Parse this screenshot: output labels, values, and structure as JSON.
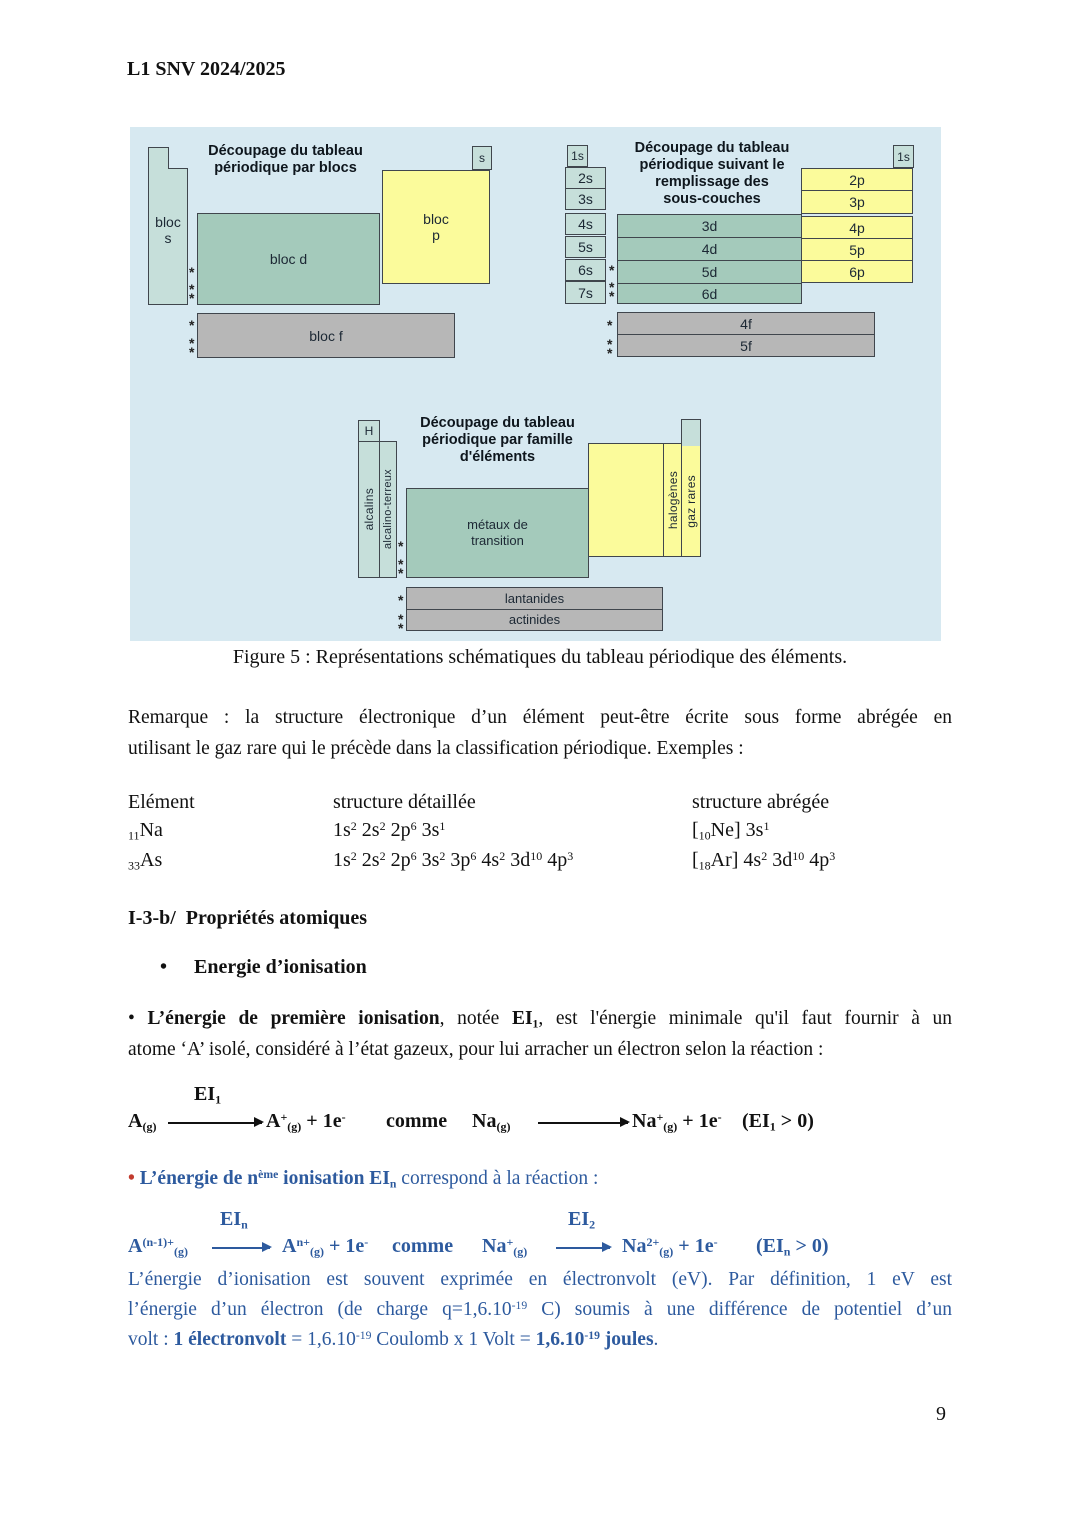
{
  "colors": {
    "panel": "#d7e9f1",
    "bloc_s": "#c6dfda",
    "bloc_d": "#a4cabb",
    "bloc_p": "#fbfb9b",
    "bloc_f": "#b7b7b7",
    "border": "#40464d",
    "blue_text": "#2d5a9e",
    "red_bullet": "#c23b2e"
  },
  "page": {
    "header": "L1 SNV 2024/2025",
    "number": "9"
  },
  "figure": {
    "caption": "Figure 5 : Représentations schématiques du tableau périodique des éléments.",
    "asterisk": "*",
    "blocs": {
      "title_l1": "Découpage du tableau",
      "title_l2": "périodique par blocs",
      "bloc_s_l1": "bloc",
      "bloc_s_l2": "s",
      "bloc_d": "bloc d",
      "bloc_p_l1": "bloc",
      "bloc_p_l2": "p",
      "s_corner": "s",
      "bloc_f": "bloc f"
    },
    "souscouches": {
      "title_l1": "Découpage du tableau",
      "title_l2": "périodique suivant le",
      "title_l3": "remplissage des",
      "title_l4": "sous-couches",
      "left_1s": "1s",
      "right_1s": "1s",
      "s_rows": [
        "2s",
        "3s",
        "4s",
        "5s",
        "6s",
        "7s"
      ],
      "d_rows": [
        "3d",
        "4d",
        "5d",
        "6d"
      ],
      "p_rows": [
        "2p",
        "3p",
        "4p",
        "5p",
        "6p"
      ],
      "f_rows": [
        "4f",
        "5f"
      ]
    },
    "familles": {
      "title_l1": "Découpage du tableau",
      "title_l2": "périodique par famille",
      "title_l3": "d'éléments",
      "hydrogen": "H",
      "alcalins": "alcalins",
      "alcalino_terreux": "alcalino-terreux",
      "metaux_l1": "métaux de",
      "metaux_l2": "transition",
      "halogenes": "halogènes",
      "gaz_rares": "gaz rares",
      "lantanides": "lantanides",
      "actinides": "actinides"
    }
  },
  "remarque": {
    "line1": "Remarque : la structure électronique d’un élément peut-être écrite sous forme abrégée en",
    "line2": "utilisant le gaz rare qui le précède dans la classification périodique. Exemples :"
  },
  "config_table": {
    "headers": [
      "Elément",
      "structure détaillée",
      "structure abrégée"
    ],
    "na_element": [
      {
        "v": "11",
        "s": "sub"
      },
      {
        "v": "Na"
      }
    ],
    "na_detailed": [
      {
        "v": "1s"
      },
      {
        "v": "2",
        "s": "sup"
      },
      {
        "v": " 2s"
      },
      {
        "v": "2",
        "s": "sup"
      },
      {
        "v": " 2p"
      },
      {
        "v": "6",
        "s": "sup"
      },
      {
        "v": " 3s"
      },
      {
        "v": "1",
        "s": "sup"
      }
    ],
    "na_abbrev": [
      {
        "v": "["
      },
      {
        "v": "10",
        "s": "sub"
      },
      {
        "v": "Ne] 3s"
      },
      {
        "v": "1",
        "s": "sup"
      }
    ],
    "as_element": [
      {
        "v": "33",
        "s": "sub"
      },
      {
        "v": "As"
      }
    ],
    "as_detailed": [
      {
        "v": "1s"
      },
      {
        "v": "2",
        "s": "sup"
      },
      {
        "v": " 2s"
      },
      {
        "v": "2",
        "s": "sup"
      },
      {
        "v": " 2p"
      },
      {
        "v": "6",
        "s": "sup"
      },
      {
        "v": " 3s"
      },
      {
        "v": "2",
        "s": "sup"
      },
      {
        "v": " 3p"
      },
      {
        "v": "6",
        "s": "sup"
      },
      {
        "v": " 4s"
      },
      {
        "v": "2",
        "s": "sup"
      },
      {
        "v": " 3d"
      },
      {
        "v": "10",
        "s": "sup"
      },
      {
        "v": " 4p"
      },
      {
        "v": "3",
        "s": "sup"
      }
    ],
    "as_abbrev": [
      {
        "v": "["
      },
      {
        "v": "18",
        "s": "sub"
      },
      {
        "v": "Ar] 4s"
      },
      {
        "v": "2",
        "s": "sup"
      },
      {
        "v": " 3d"
      },
      {
        "v": "10",
        "s": "sup"
      },
      {
        "v": " 4p"
      },
      {
        "v": "3",
        "s": "sup"
      }
    ]
  },
  "section": {
    "heading_num": "I-3-b/",
    "heading_text": "Propriétés atomiques",
    "bullet": "•",
    "bullet_item": "Energie d’ionisation"
  },
  "para1": {
    "line1": [
      {
        "v": "• "
      },
      {
        "v": "L’énergie de première ionisation",
        "b": true
      },
      {
        "v": ", notée "
      },
      {
        "v": "EI",
        "b": true
      },
      {
        "v": "1",
        "s": "sub",
        "b": true
      },
      {
        "v": ", est l'énergie minimale qu'il faut fournir à un"
      }
    ],
    "line2": "atome ‘A’ isolé, considéré à l’état gazeux, pour lui arracher un électron selon la réaction :"
  },
  "reaction1": {
    "label": [
      {
        "v": "EI"
      },
      {
        "v": "1",
        "s": "sub"
      }
    ],
    "reactant": [
      {
        "v": "A"
      },
      {
        "v": "(g)",
        "s": "sub"
      }
    ],
    "product1": [
      {
        "v": "A"
      },
      {
        "v": "+",
        "s": "sup"
      },
      {
        "v": "(g)",
        "s": "sub"
      },
      {
        "v": " + 1e"
      },
      {
        "v": "-",
        "s": "sup"
      }
    ],
    "comme": "comme",
    "reactant2": [
      {
        "v": "Na"
      },
      {
        "v": "(g)",
        "s": "sub"
      }
    ],
    "product2": [
      {
        "v": "Na"
      },
      {
        "v": "+",
        "s": "sup"
      },
      {
        "v": "(g)",
        "s": "sub"
      },
      {
        "v": " + 1e"
      },
      {
        "v": "-",
        "s": "sup"
      }
    ],
    "condition": [
      {
        "v": "(EI"
      },
      {
        "v": "1",
        "s": "sub"
      },
      {
        "v": " > 0)"
      }
    ]
  },
  "nieme": {
    "bullet": "•",
    "tokens": [
      {
        "v": "L’énergie de n",
        "b": true
      },
      {
        "v": "ème",
        "s": "sup",
        "b": true
      },
      {
        "v": " ionisation EI",
        "b": true
      },
      {
        "v": "n",
        "s": "sub",
        "b": true
      },
      {
        "v": " correspond à la réaction :"
      }
    ]
  },
  "reaction2": {
    "label_n": [
      {
        "v": "EI"
      },
      {
        "v": "n",
        "s": "sub"
      }
    ],
    "label_2": [
      {
        "v": "EI"
      },
      {
        "v": "2",
        "s": "sub"
      }
    ],
    "reactant": [
      {
        "v": "A"
      },
      {
        "v": "(n-1)+",
        "s": "sup"
      },
      {
        "v": "(g)",
        "s": "sub"
      }
    ],
    "product1": [
      {
        "v": "A"
      },
      {
        "v": "n+",
        "s": "sup"
      },
      {
        "v": "(g)",
        "s": "sub"
      },
      {
        "v": " + 1e"
      },
      {
        "v": "-",
        "s": "sup"
      }
    ],
    "comme": "comme",
    "reactant2": [
      {
        "v": "Na"
      },
      {
        "v": "+",
        "s": "sup"
      },
      {
        "v": "(g)",
        "s": "sub"
      }
    ],
    "product2": [
      {
        "v": "Na"
      },
      {
        "v": "2+",
        "s": "sup"
      },
      {
        "v": "(g)",
        "s": "sub"
      },
      {
        "v": " + 1e"
      },
      {
        "v": "-",
        "s": "sup"
      }
    ],
    "condition": [
      {
        "v": "(EI"
      },
      {
        "v": "n",
        "s": "sub"
      },
      {
        "v": " > 0)"
      }
    ]
  },
  "blue_para": {
    "line1": "L’énergie d’ionisation est souvent exprimée en électronvolt (eV). Par définition, 1 eV est",
    "line2": [
      {
        "v": "l’énergie d’un électron (de charge q=1,6.10"
      },
      {
        "v": "-19",
        "s": "sup"
      },
      {
        "v": " C) soumis à une différence de potentiel d’un"
      }
    ],
    "line3": [
      {
        "v": "volt : "
      },
      {
        "v": "1 électronvolt",
        "b": true
      },
      {
        "v": " = 1,6.10"
      },
      {
        "v": "-19",
        "s": "sup"
      },
      {
        "v": " Coulomb x 1 Volt = "
      },
      {
        "v": "1,6.10",
        "b": true
      },
      {
        "v": "-19",
        "s": "sup",
        "b": true
      },
      {
        "v": " joules",
        "b": true
      },
      {
        "v": "."
      }
    ]
  }
}
